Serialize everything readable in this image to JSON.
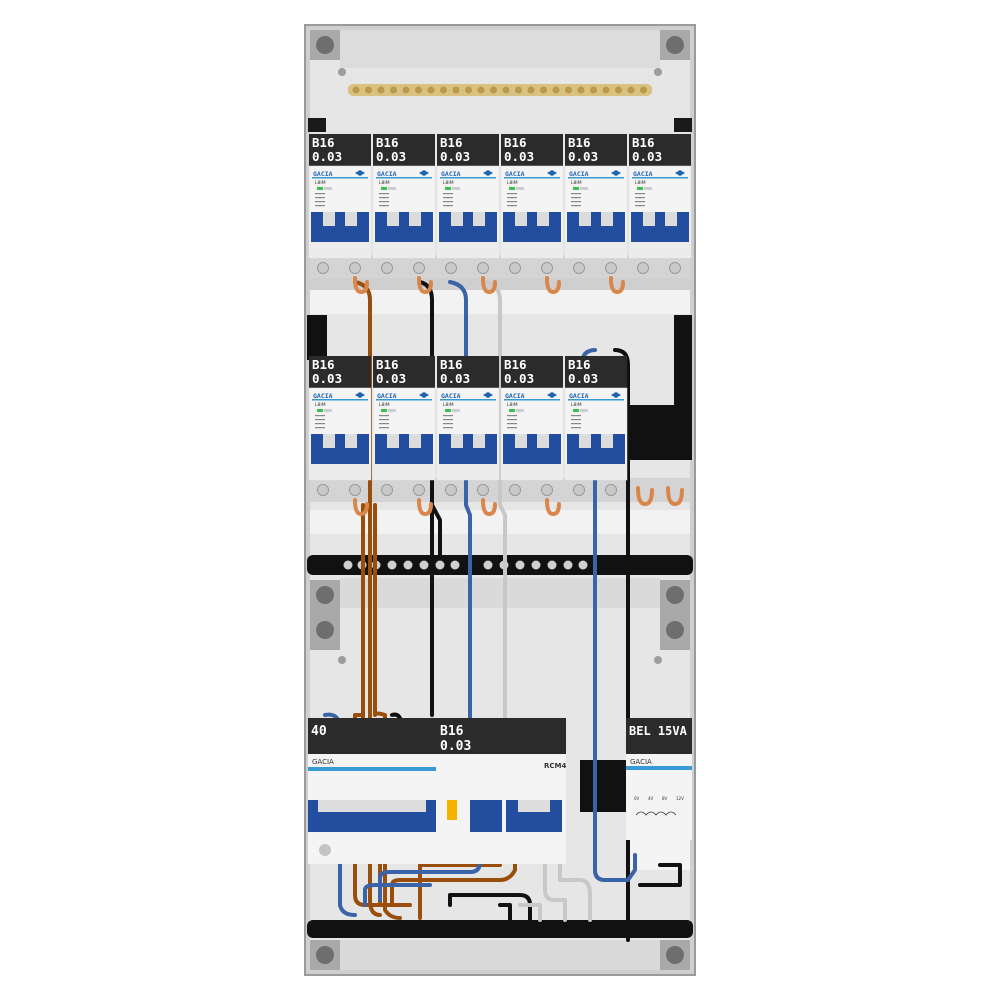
{
  "panel": {
    "colors": {
      "enclosure": "#e4e4e4",
      "rail": "#d6d6d6",
      "breaker_body": "#f4f4f4",
      "breaker_blue": "#234ea0",
      "label_bg": "#2b2b2b",
      "brand_blue": "#1e63b5",
      "wire_brown": "#9a4e0c",
      "wire_black": "#111111",
      "wire_blue": "#3b63a8",
      "wire_grey": "#c8c8c8",
      "copper": "#d9864a",
      "brass": "#d7c07a"
    },
    "brand": "GACIA",
    "row1": {
      "breakers": [
        {
          "rating": "B16",
          "trip": "0.03",
          "model": "L8IM"
        },
        {
          "rating": "B16",
          "trip": "0.03",
          "model": "L8IM"
        },
        {
          "rating": "B16",
          "trip": "0.03",
          "model": "L8IM"
        },
        {
          "rating": "B16",
          "trip": "0.03",
          "model": "L8IM"
        },
        {
          "rating": "B16",
          "trip": "0.03",
          "model": "L8IM"
        },
        {
          "rating": "B16",
          "trip": "0.03",
          "model": "L8IM"
        }
      ]
    },
    "row2": {
      "breakers": [
        {
          "rating": "B16",
          "trip": "0.03",
          "model": "L8IM"
        },
        {
          "rating": "B16",
          "trip": "0.03",
          "model": "L8IM"
        },
        {
          "rating": "B16",
          "trip": "0.03",
          "model": "L8IM"
        },
        {
          "rating": "B16",
          "trip": "0.03",
          "model": "L8IM"
        },
        {
          "rating": "B16",
          "trip": "0.03",
          "model": "L8IM"
        }
      ]
    },
    "row3": {
      "main_switch_label": "40",
      "b16_label_line1": "B16",
      "b16_label_line2": "0.03",
      "rcm_label": "RCM4",
      "transformer_label": "BEL 15VA",
      "transformer_volts": [
        "0V",
        "4V",
        "8V",
        "12V"
      ]
    }
  }
}
